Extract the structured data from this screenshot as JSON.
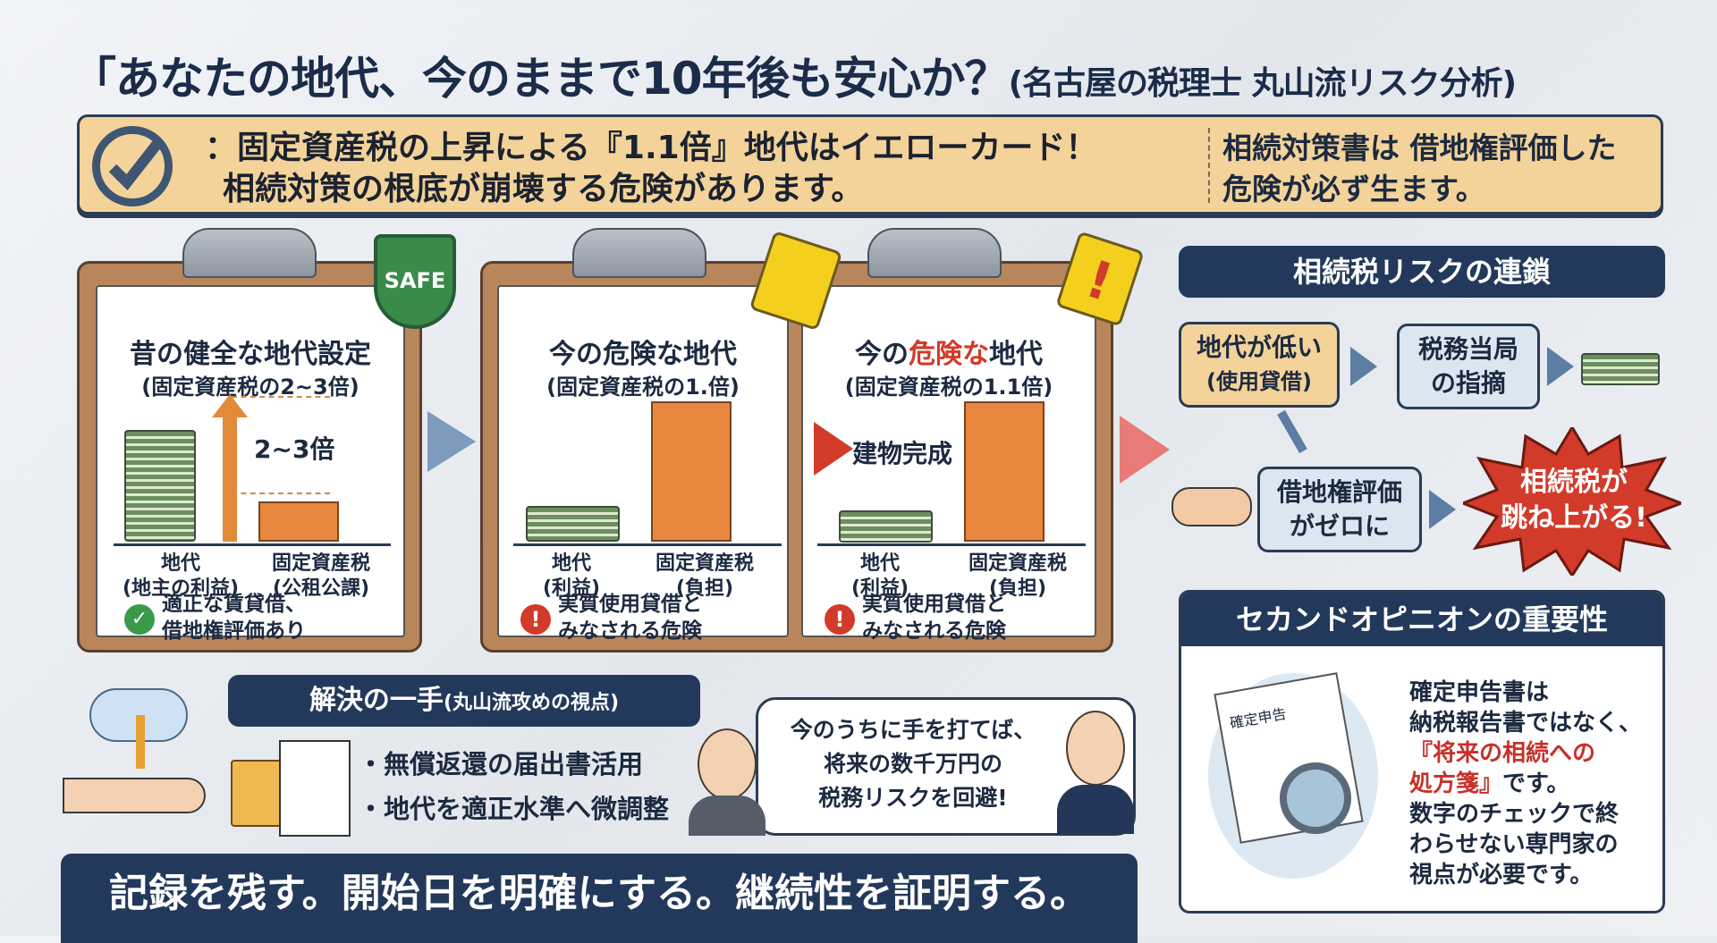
{
  "title": {
    "main": "「あなたの地代、今のままで10年後も安心か？",
    "sub": "(名古屋の税理士 丸山流リスク分析)"
  },
  "banner": {
    "line1": "：固定資産税の上昇による『1.1倍』地代はイエローカード！",
    "line2": "相続対策の根底が崩壊する危険があります。",
    "side1": "相続対策書は 借地権評価した",
    "side2": "危険が必ず生ます。"
  },
  "cards": [
    {
      "title": "昔の健全な地代設定",
      "subtitle": "(固定資産税の2~3倍)",
      "badge": "SAFE",
      "ratio": "2~3倍",
      "left_label": "地代",
      "left_sub": "(地主の利益)",
      "right_label": "固定資産税",
      "right_sub": "(公租公課)",
      "note1": "適正な賃貸借、",
      "note2": "借地権評価あり"
    },
    {
      "title": "今の危険な地代",
      "subtitle": "(固定資産税の1.倍)",
      "left_label": "地代",
      "left_sub": "(利益)",
      "right_label": "固定資産税",
      "right_sub": "(負担)",
      "note1": "実質使用貸借と",
      "note2": "みなされる危険"
    },
    {
      "title_a": "今の",
      "title_b": "危険な",
      "title_c": "地代",
      "subtitle": "(固定資産税の1.1倍)",
      "event": "建物完成",
      "left_label": "地代",
      "left_sub": "(利益)",
      "right_label": "固定資産税",
      "right_sub": "(負担)",
      "note1": "実質使用貸借と",
      "note2": "みなされる危険"
    }
  ],
  "chain": {
    "header": "相続税リスクの連鎖",
    "box1a": "地代が低い",
    "box1b": "(使用貸借)",
    "box2a": "税務当局",
    "box2b": "の指摘",
    "box3a": "借地権評価",
    "box3b": "がゼロに",
    "burst_a": "相続税が",
    "burst_b": "跳ね上がる!"
  },
  "opinion": {
    "header": "セカンドオピニオンの重要性",
    "doc_label": "確定申告",
    "l1": "確定申告書は",
    "l2": "納税報告書ではなく、",
    "l3": "『将来の相続への",
    "l4": "処方箋』",
    "l4b": "です。",
    "l5": "数字のチェックで終",
    "l6": "わらせない専門家の",
    "l7": "視点が必要です。"
  },
  "solution": {
    "header": "解決の一手",
    "header_sub": "(丸山流攻めの視点)",
    "bullets": [
      "・無償返還の届出書活用",
      "・地代を適正水準へ微調整"
    ],
    "speech1": "今のうちに手を打てば、",
    "speech2": "将来の数千万円の",
    "speech3": "税務リスクを回避!"
  },
  "footer": "記録を残す。開始日を明確にする。継続性を証明する。",
  "colors": {
    "navy": "#23395b",
    "banner": "#f3d39a",
    "red": "#d23a2a",
    "orange": "#e8873e"
  }
}
